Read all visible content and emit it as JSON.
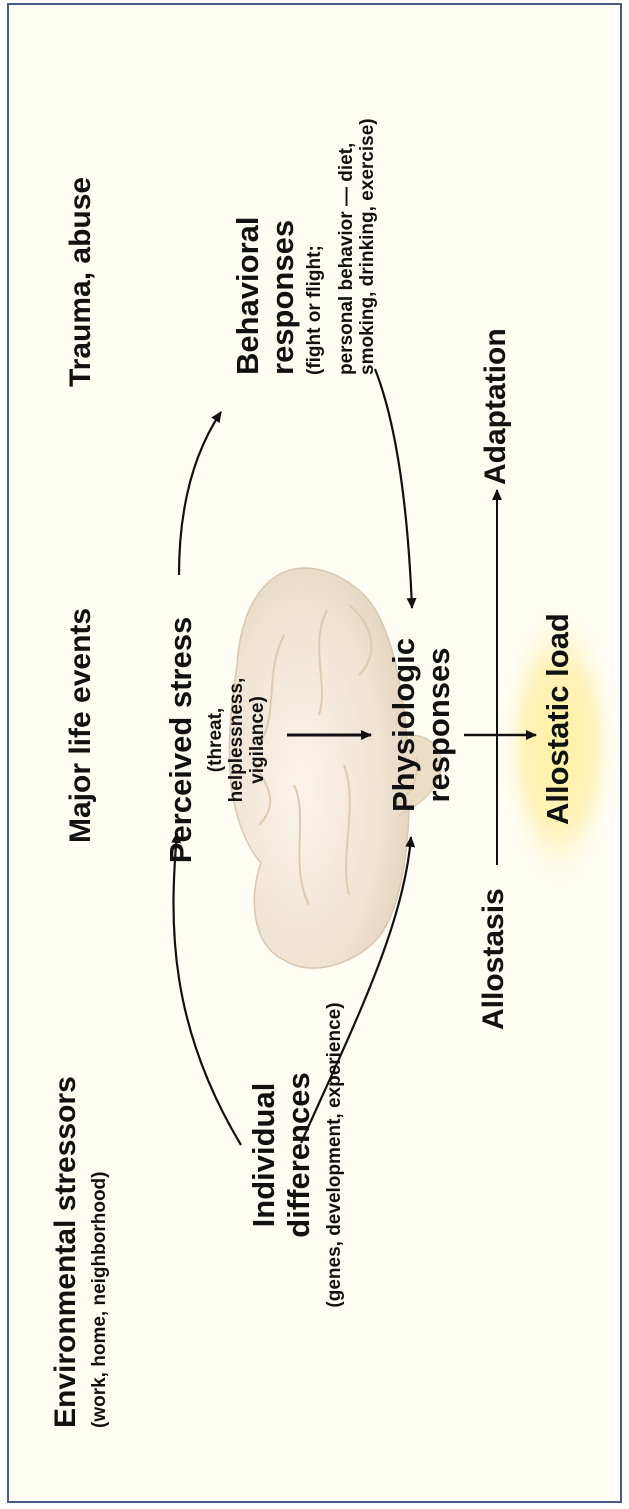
{
  "stressors": {
    "environmental": {
      "title": "Environmental stressors",
      "detail": "(work, home, neighborhood)"
    },
    "major_life_events": "Major life events",
    "trauma": "Trauma, abuse"
  },
  "perceived_stress": {
    "title": "Perceived stress",
    "detail_1": "(threat,",
    "detail_2": "helplessness,",
    "detail_3": "vigilance)"
  },
  "individual_differences": {
    "line_1": "Individual",
    "line_2": "differences",
    "detail": "(genes, development, experience)"
  },
  "behavioral_responses": {
    "line_1": "Behavioral",
    "line_2": "responses",
    "detail_1": "(fight or flight;",
    "detail_2": "personal behavior — diet,",
    "detail_3": "smoking, drinking, exercise)"
  },
  "physiologic_responses": {
    "line_1": "Physiologic",
    "line_2": "responses"
  },
  "outcomes": {
    "allostasis": "Allostasis",
    "adaptation": "Adaptation",
    "allostatic_load": "Allostatic load"
  },
  "colors": {
    "frame_border": "#4a5a86",
    "background": "#fffdf4",
    "brain": "#efe3d2",
    "glow": "#ffe98a",
    "text": "#111111"
  }
}
